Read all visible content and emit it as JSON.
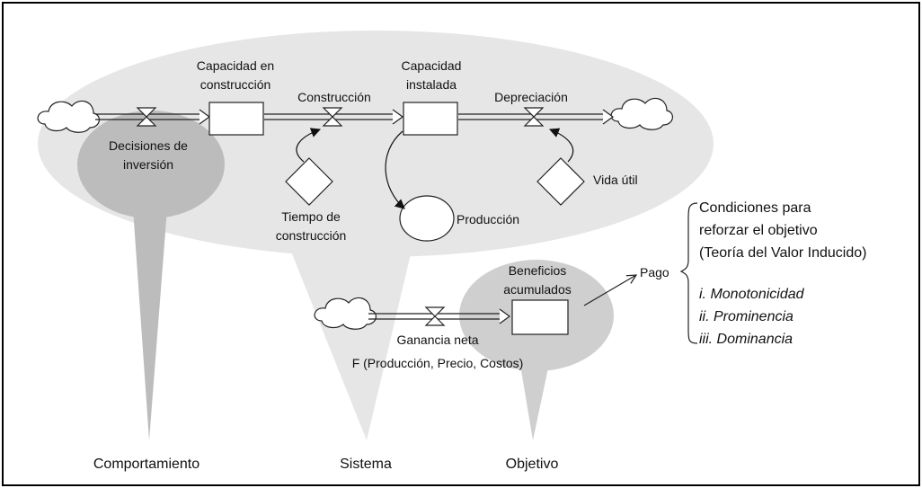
{
  "stocks": {
    "capacity_under_construction": "Capacidad en|construcción",
    "installed_capacity": "Capacidad|instalada",
    "accumulated_profits": "Beneficios|acumulados"
  },
  "flows": {
    "investment_decisions": "Decisiones de|inversión",
    "construction": "Construcción",
    "depreciation": "Depreciación",
    "net_gain": "Ganancia neta"
  },
  "auxiliaries": {
    "construction_time": "Tiempo de|construcción",
    "useful_life": "Vida útil",
    "production": "Producción"
  },
  "formula": "F (Producción, Precio, Costos)",
  "payoff": {
    "label": "Pago",
    "conditions_title": "Condiciones para|reforzar el objetivo|(Teoría del Valor Inducido)",
    "conditions": [
      "i. Monotonicidad",
      "ii. Prominencia",
      "iii. Dominancia"
    ]
  },
  "callouts": {
    "behavior": "Comportamiento",
    "system": "Sistema",
    "objective": "Objetivo"
  },
  "colors": {
    "system_fill": "#e6e6e6",
    "behavior_fill": "#bcbcbc",
    "objective_fill": "#cfcfcf",
    "stroke": "#222222",
    "frame": "#000000"
  }
}
